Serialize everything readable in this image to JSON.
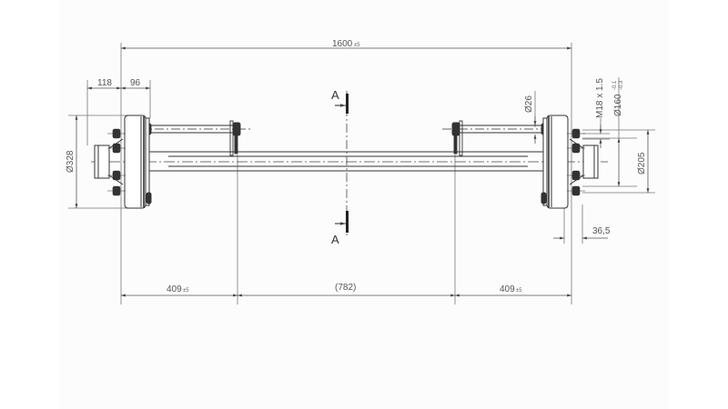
{
  "drawing": {
    "subject": "Trailer axle technical drawing",
    "colors": {
      "line": "#333333",
      "dimension": "#666666",
      "background": "#ffffff",
      "panel": "#fcfcfc"
    },
    "dimensions": {
      "overall_length": {
        "value": "1600",
        "tolerance": "±5"
      },
      "hub_offset_outer": "118",
      "hub_offset_inner": "96",
      "drum_diameter": "Ø328",
      "tie_rod_diameter": "Ø26",
      "thread": "M18 x 1.5",
      "pcd": {
        "value": "Ø160",
        "tol_upper": "-0.1",
        "tol_lower": "-0.3"
      },
      "bolt_circle": "Ø205",
      "stud_offset": "36,5",
      "bracket_left": {
        "value": "409",
        "tolerance": "±5"
      },
      "bracket_center": "(782)",
      "bracket_right": {
        "value": "409",
        "tolerance": "±5"
      }
    },
    "section_marker": {
      "top": "A",
      "bottom": "A"
    }
  }
}
